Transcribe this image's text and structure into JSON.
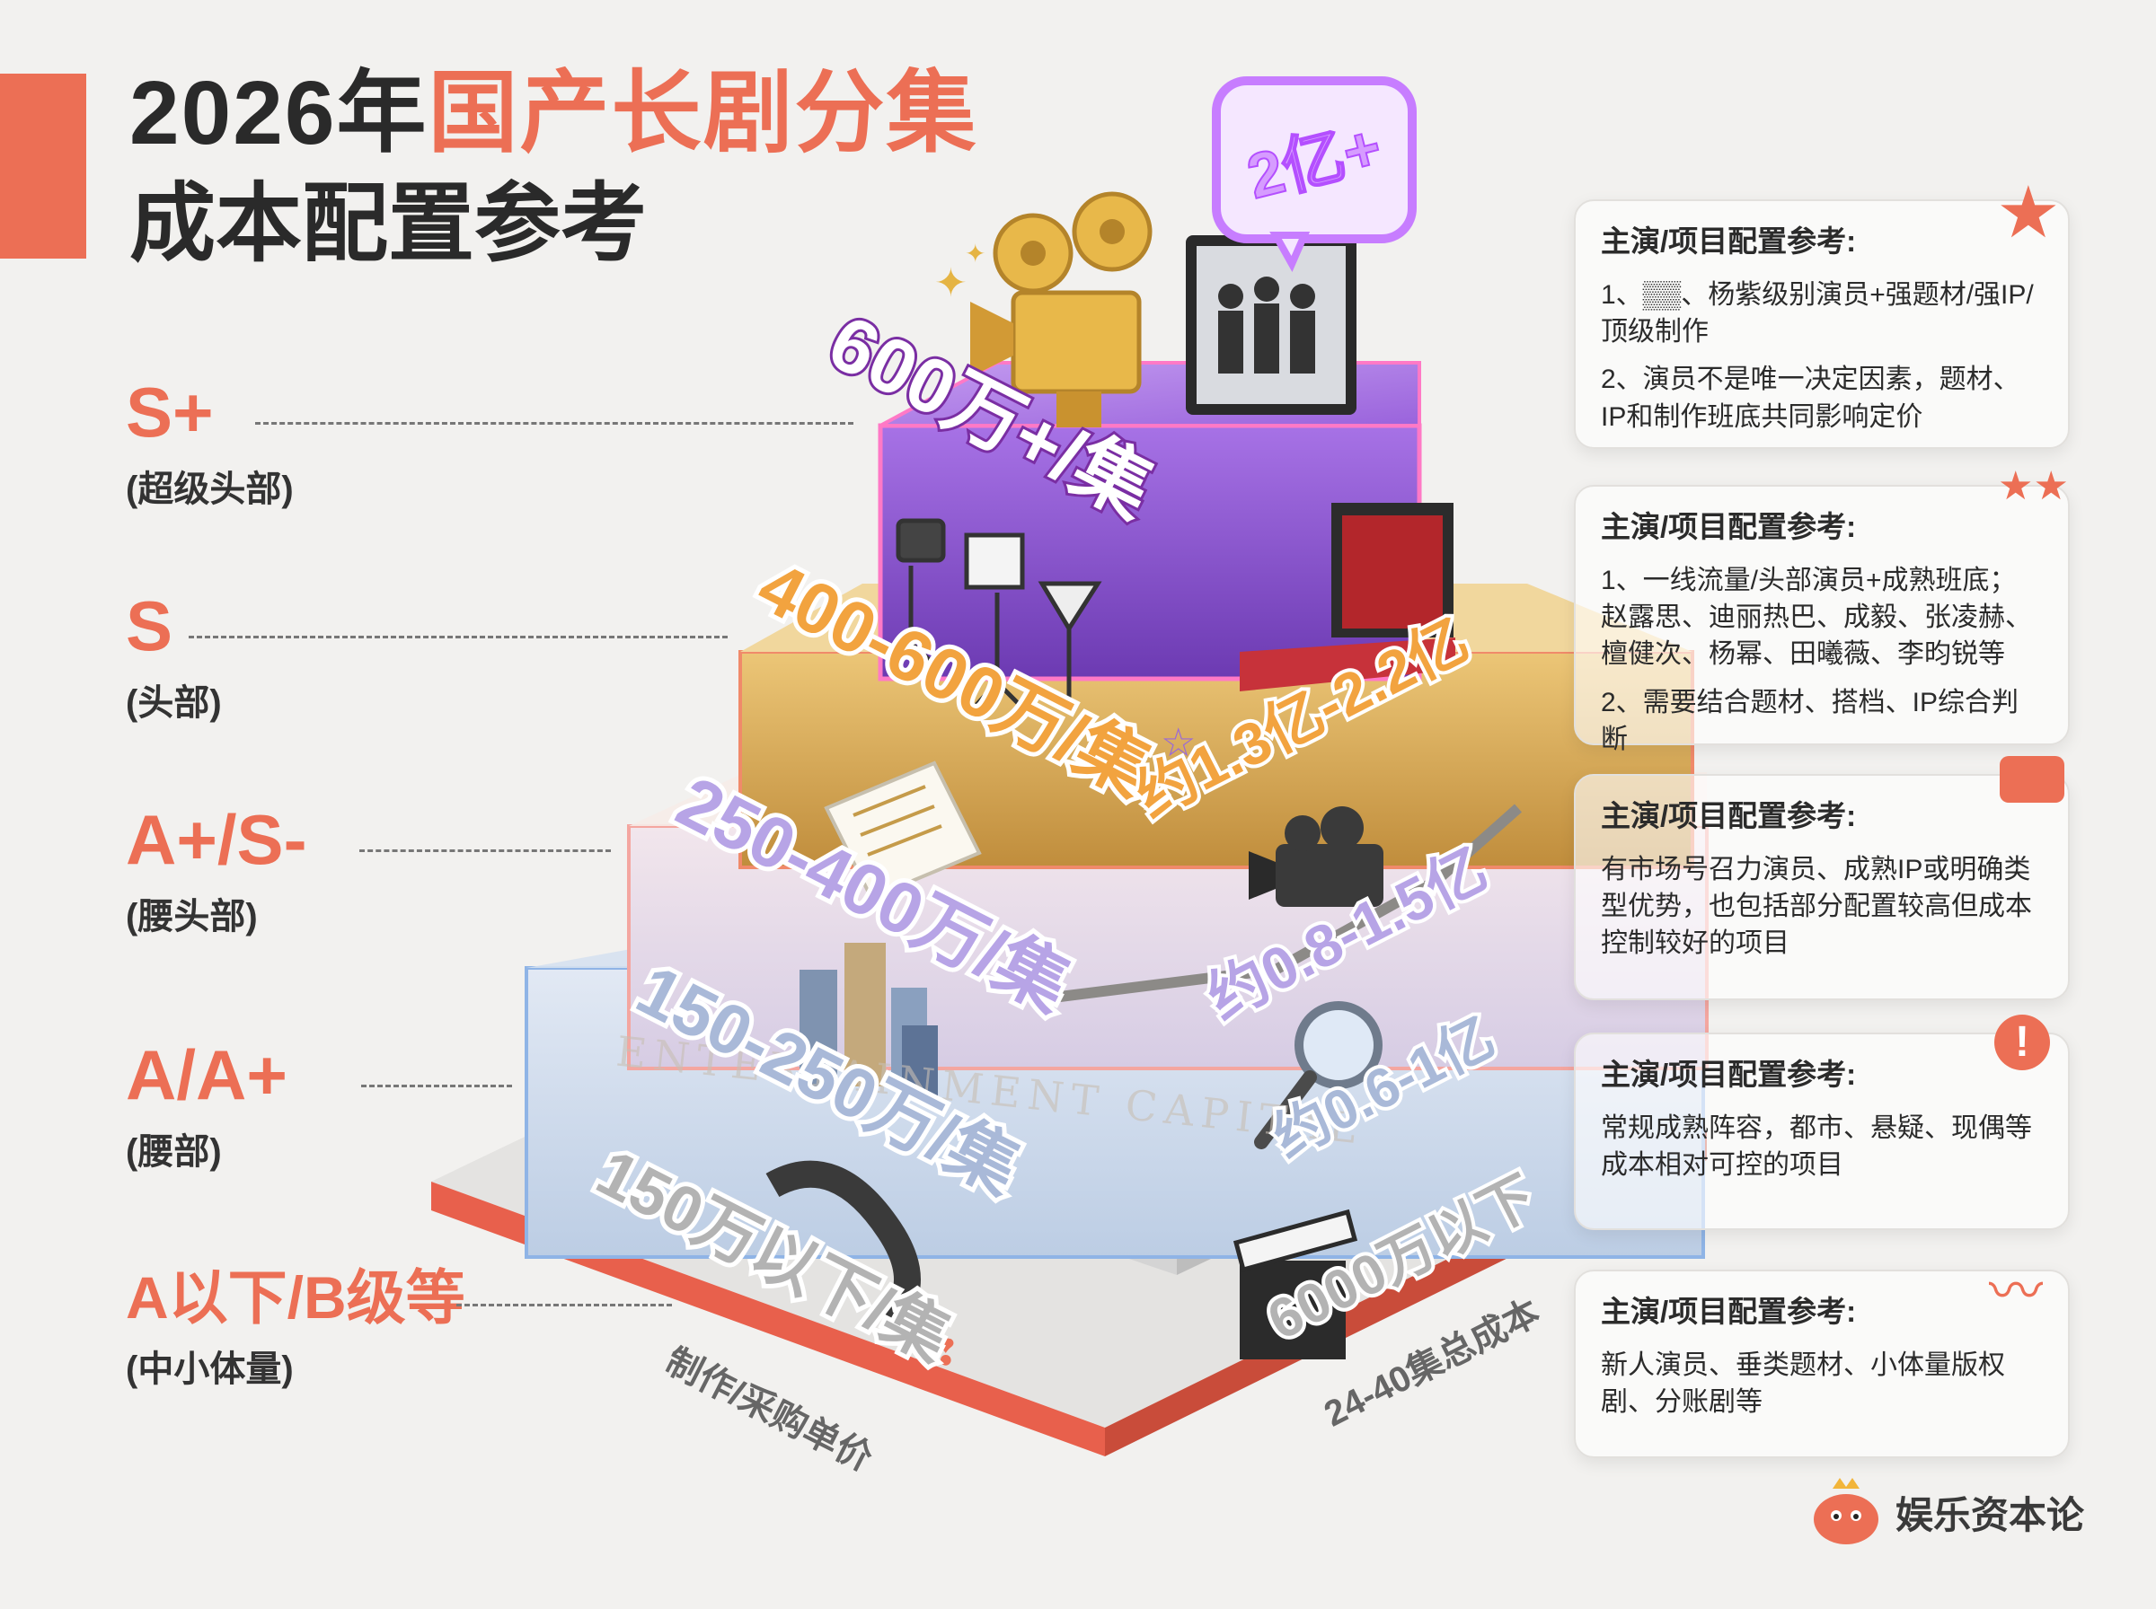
{
  "title": {
    "line1_prefix": "2026年",
    "line1_highlight": "国产长剧分集",
    "line2": "成本配置参考"
  },
  "tiers": [
    {
      "name": "S+",
      "sub": "(超级头部)"
    },
    {
      "name": "S",
      "sub": "(头部)"
    },
    {
      "name": "A+/S-",
      "sub": "(腰头部)"
    },
    {
      "name": "A/A+",
      "sub": "(腰部)"
    },
    {
      "name": "A以下/B级等",
      "sub": "(中小体量)"
    }
  ],
  "pyramid": {
    "badge": "2亿+",
    "unit_prices": [
      "600万+/集",
      "400-600万/集",
      "250-400万/集",
      "150-250万/集",
      "150万以下/集"
    ],
    "totals": [
      "约1.3亿-2.2亿",
      "约0.8-1.5亿",
      "约0.6-1亿",
      "6000万以下"
    ],
    "axis_left": "制作/采购单价",
    "axis_right": "24-40集总成本",
    "watermark": "ENTERTAINMENT CAPITAL"
  },
  "boxes": [
    {
      "title": "主演/项目配置参考:",
      "lines": [
        "1、▒▒、杨紫级别演员+强题材/强IP/顶级制作",
        "2、演员不是唯一决定因素，题材、IP和制作班底共同影响定价"
      ]
    },
    {
      "title": "主演/项目配置参考:",
      "lines": [
        "1、一线流量/头部演员+成熟班底；赵露思、迪丽热巴、成毅、张凌赫、檀健次、杨幂、田曦薇、李昀锐等",
        "2、需要结合题材、搭档、IP综合判断"
      ]
    },
    {
      "title": "主演/项目配置参考:",
      "lines": [
        "有市场号召力演员、成熟IP或明确类型优势，也包括部分配置较高但成本控制较好的项目"
      ]
    },
    {
      "title": "主演/项目配置参考:",
      "lines": [
        "常规成熟阵容，都市、悬疑、现偶等成本相对可控的项目"
      ]
    },
    {
      "title": "主演/项目配置参考:",
      "lines": [
        "新人演员、垂类题材、小体量版权剧、分账剧等"
      ]
    }
  ],
  "brand": "娱乐资本论",
  "colors": {
    "accent": "#ec6f55",
    "layer_top": "#8a4fd0",
    "layer_gold": "#d9a94f",
    "layer_lavender": "#d8cfe6",
    "layer_blue": "#c5d3e6",
    "layer_grey": "#dcdcdc",
    "base_red": "#e8604c"
  }
}
